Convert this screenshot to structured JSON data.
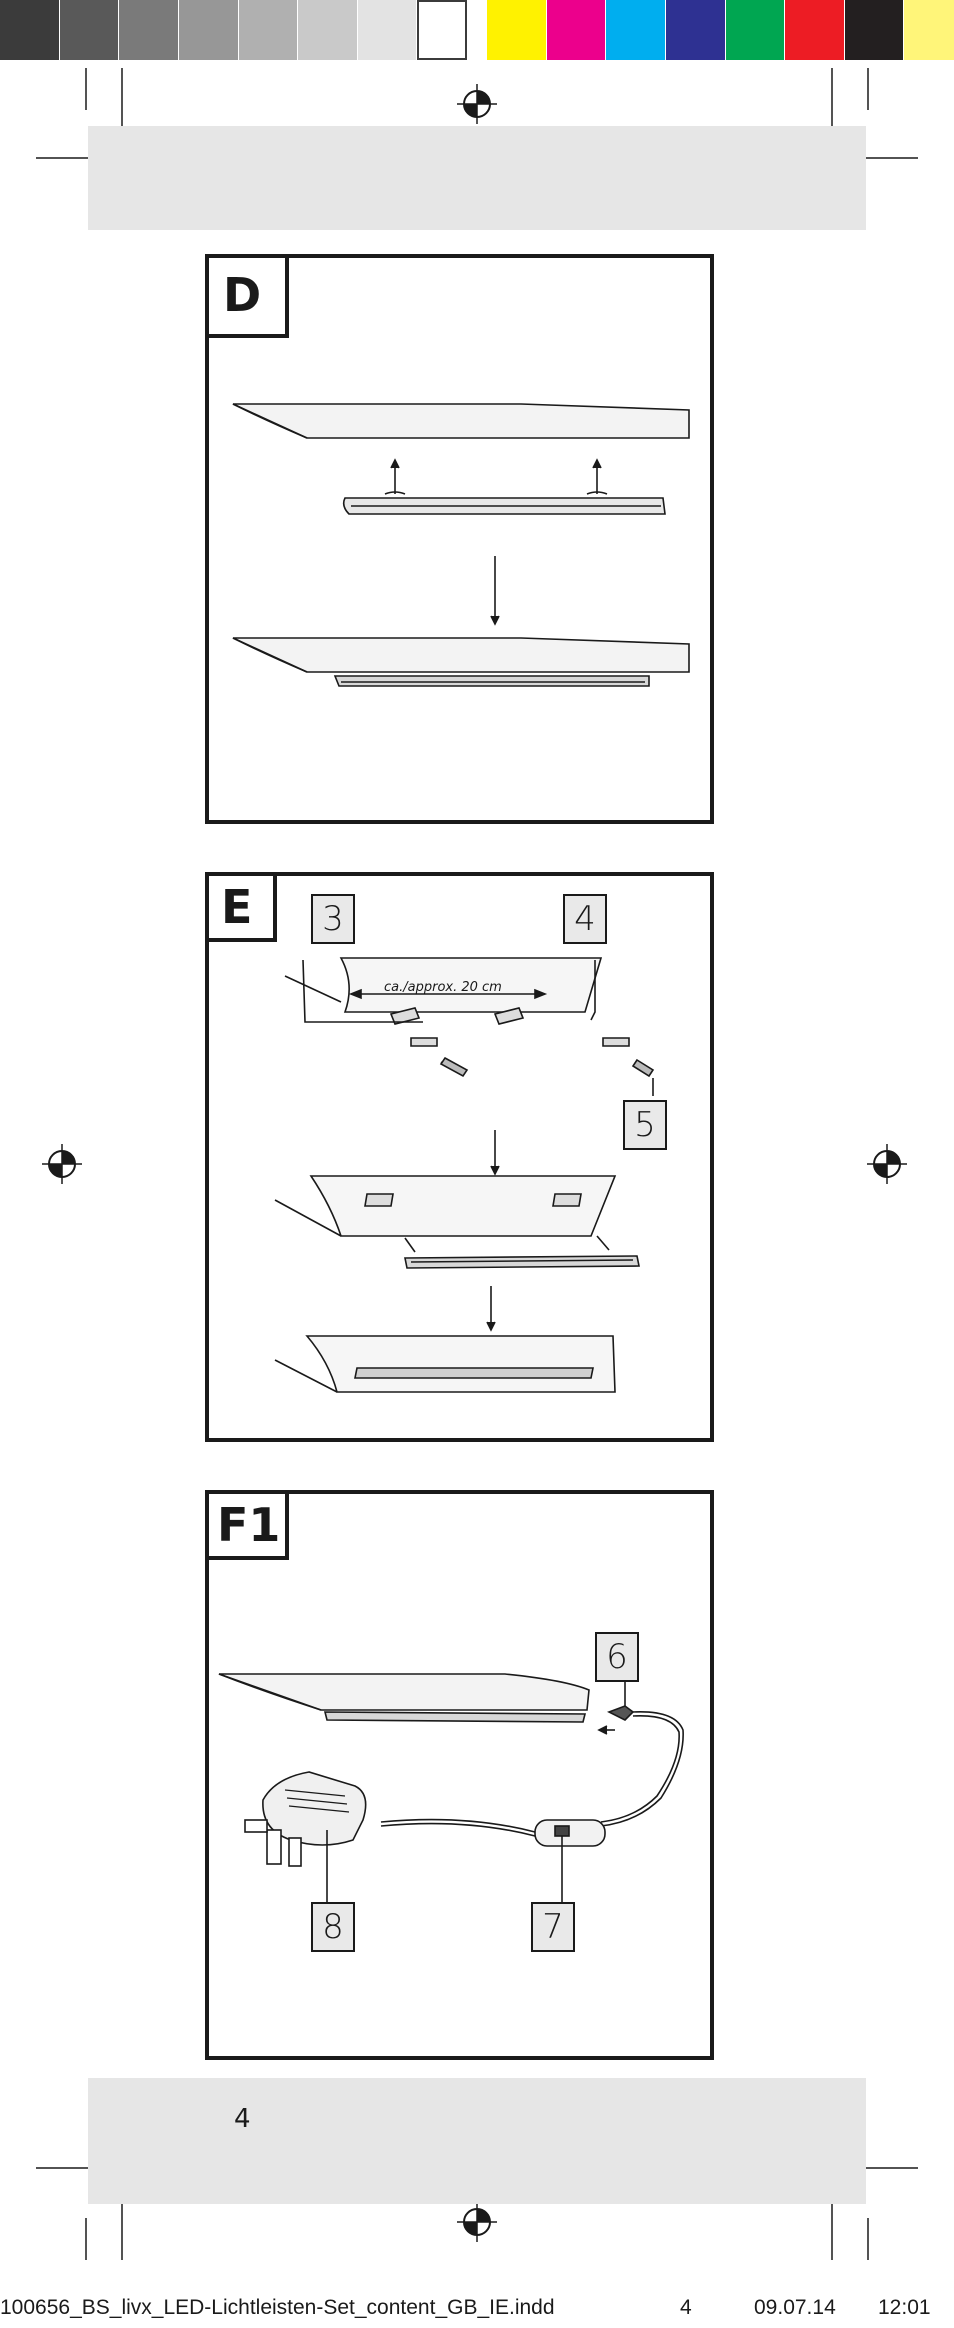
{
  "colors": {
    "greys": [
      "#3b3b3b",
      "#595959",
      "#7a7a7a",
      "#979797",
      "#b0b0b0",
      "#c9c9c9",
      "#e3e3e3",
      "#ffffff"
    ],
    "process": [
      "#fff200",
      "#ec008c",
      "#00aeef",
      "#2e3192",
      "#00a651",
      "#ed1c24",
      "#231f20",
      "#fff579"
    ],
    "band": "#e6e6e6",
    "line": "#1a1a1a"
  },
  "figures": [
    {
      "id": "D",
      "label": "D"
    },
    {
      "id": "E",
      "label": "E",
      "measurement": "ca./approx. 20 cm",
      "callouts": [
        "3",
        "4",
        "5"
      ]
    },
    {
      "id": "F1",
      "label": "F1",
      "callouts": [
        "6",
        "7",
        "8"
      ]
    }
  ],
  "page_number": "4",
  "footer": {
    "filename": "100656_BS_livx_LED-Lichtleisten-Set_content_GB_IE.indd",
    "page": "4",
    "date": "09.07.14",
    "time": "12:01"
  }
}
